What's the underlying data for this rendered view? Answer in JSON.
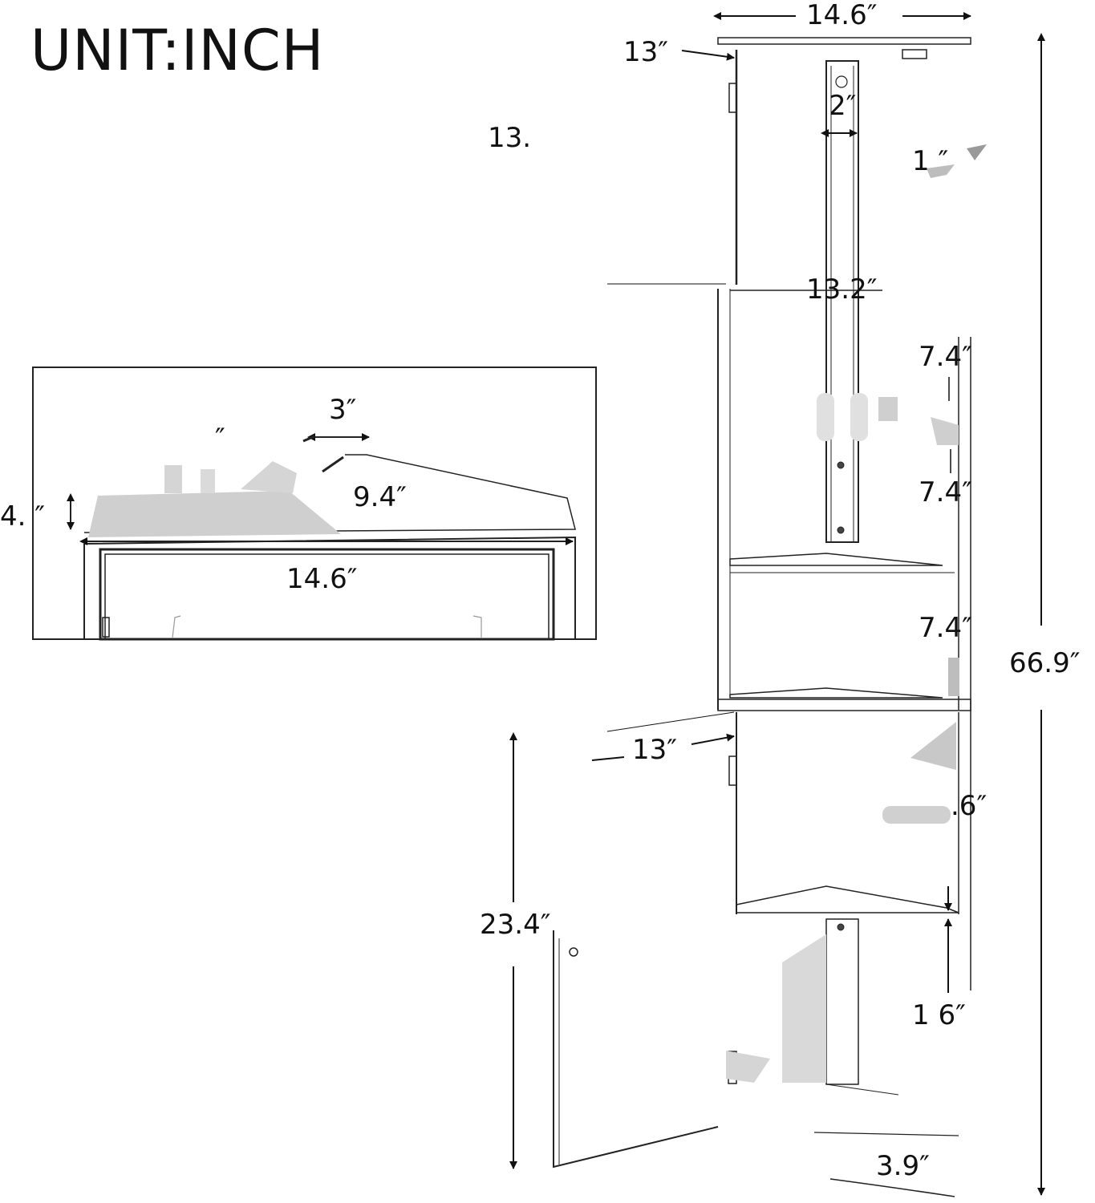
{
  "unit_title": "UNIT:INCH",
  "main": {
    "top_width": "14.6″",
    "top_depth": "13″",
    "upper_depth": "13.",
    "upright_width": "2″",
    "upper_height": "1  ″",
    "shelf_width": "13.2″",
    "shelf_gap_1": "7.4″",
    "shelf_gap_2": "7.4″",
    "shelf_gap_3": "7.4″",
    "total_height": "66.9″",
    "lower_depth": "13″",
    "lower_height": "23.4″",
    "lower_gap": ".6″",
    "cabinet_height": "1  6″",
    "base_height": "3.9″"
  },
  "inset": {
    "partial_a": "″",
    "notch_width": "3″",
    "side_depth": "9.4″",
    "edge_thickness": "4.  ″",
    "front_width": "14.6″"
  }
}
